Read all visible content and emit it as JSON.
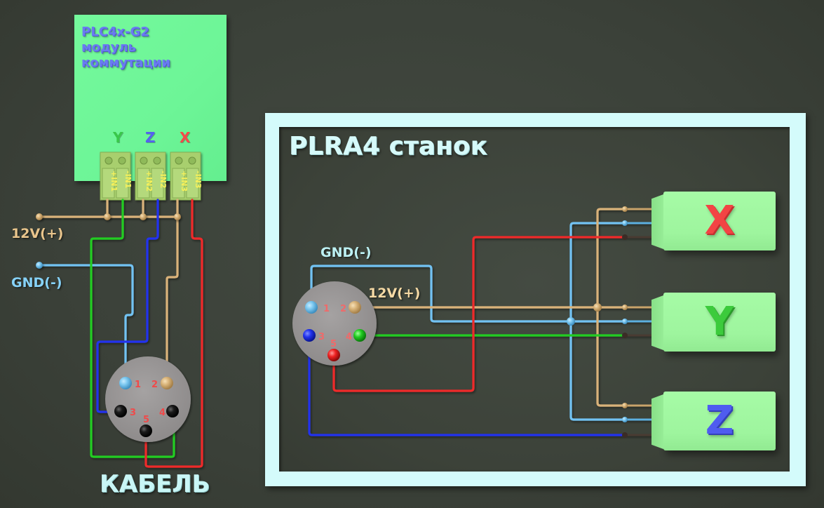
{
  "module": {
    "title_line1": "PLC4x-G2",
    "title_line2": "модуль",
    "title_line3": "коммутации",
    "title_color": "#6a7af2",
    "terminals": [
      {
        "axis": "Y",
        "axis_color": "#39c84a",
        "pins": [
          "+IN1",
          "-IN1"
        ]
      },
      {
        "axis": "Z",
        "axis_color": "#5560f0",
        "pins": [
          "+IN2",
          "-IN2"
        ]
      },
      {
        "axis": "X",
        "axis_color": "#f24a4a",
        "pins": [
          "+IN3",
          "-IN3"
        ]
      }
    ]
  },
  "left_labels": {
    "power": "12V(+)",
    "ground": "GND(-)"
  },
  "cable": {
    "label": "КАБЕЛЬ",
    "pins": [
      {
        "number": "1",
        "color": "#7cc8f0"
      },
      {
        "number": "2",
        "color": "#d9b47a"
      },
      {
        "number": "3",
        "color": "#1a1a1a"
      },
      {
        "number": "4",
        "color": "#1a1a1a"
      },
      {
        "number": "5",
        "color": "#1a1a1a"
      }
    ]
  },
  "machine": {
    "title": "PLRA4 станок",
    "ground_label": "GND(-)",
    "power_label": "12V(+)",
    "connector_pins": [
      {
        "number": "1",
        "color": "#7cc8f0"
      },
      {
        "number": "2",
        "color": "#d9b47a"
      },
      {
        "number": "3",
        "color": "#2233ee"
      },
      {
        "number": "4",
        "color": "#22cc22"
      },
      {
        "number": "5",
        "color": "#ee2222"
      }
    ],
    "motors": [
      {
        "label": "X",
        "color": "#f24444"
      },
      {
        "label": "Y",
        "color": "#3ccb3c"
      },
      {
        "label": "Z",
        "color": "#4f5cf0"
      }
    ]
  },
  "wire_colors": {
    "power": "#d9b27a",
    "ground": "#72c2f2",
    "signal_y": "#22cc22",
    "signal_z": "#2233ee",
    "signal_x": "#ee2a2a",
    "lead": "#4a3a32"
  }
}
